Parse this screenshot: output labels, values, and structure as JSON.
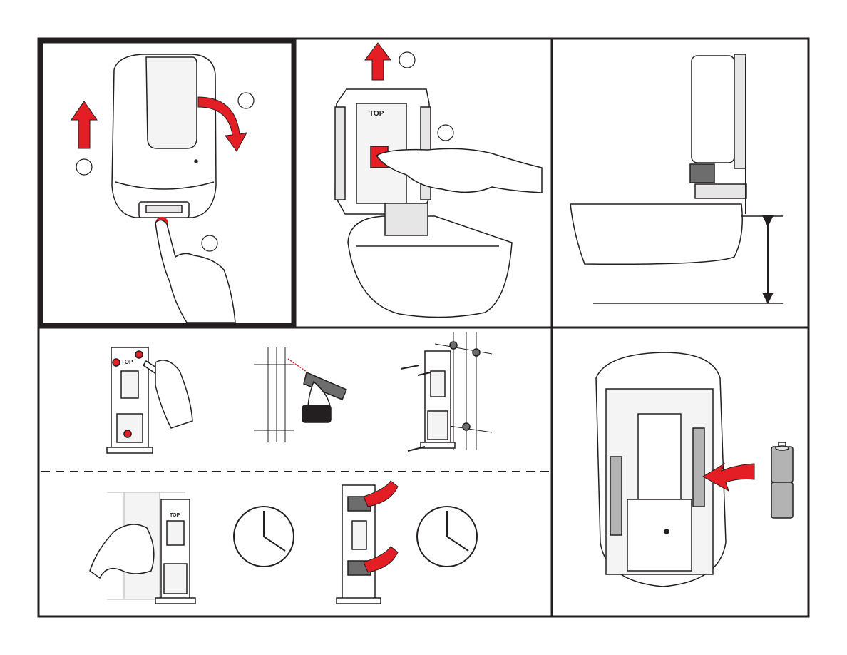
{
  "panels": {
    "remove_cover": {
      "steps": [
        {
          "label": "",
          "text": ""
        },
        {
          "label": "",
          "text": ""
        },
        {
          "label": "",
          "text": ""
        }
      ]
    },
    "remove_backplate": {
      "plate_label": "TOP",
      "steps": [
        {
          "label": "",
          "text": ""
        },
        {
          "label": "",
          "text": ""
        }
      ]
    },
    "mounting_height": {
      "text": ""
    },
    "mounting": {
      "plate_label": "TOP"
    },
    "adhesive": {
      "plate_label": "TOP"
    },
    "batteries": {
      "text": ""
    }
  },
  "colors": {
    "frame": "#231f20",
    "arrow_red": "#e31e24",
    "shading": "#b3b3b3",
    "line": "#231f20"
  },
  "icons": [
    "arrow-up-icon",
    "arrow-curve-icon",
    "finger-press-icon",
    "drill-icon",
    "screw-icon",
    "clock-icon",
    "battery-icon",
    "wipe-hand-icon"
  ]
}
